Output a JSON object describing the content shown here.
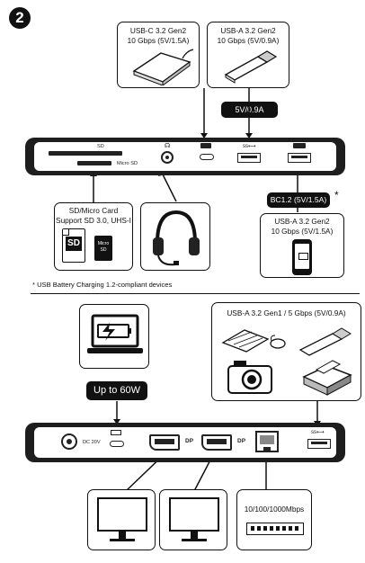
{
  "step_number": "2",
  "top": {
    "device_usbc": {
      "line1": "USB-C 3.2 Gen2",
      "line2": "10 Gbps (5V/1.5A)"
    },
    "device_usba": {
      "line1": "USB-A 3.2 Gen2",
      "line2": "10 Gbps (5V/0.9A)"
    },
    "pill_power": "5V/0.9A",
    "pill_bc": "BC1.2 (5V/1.5A)",
    "bc_star": "*",
    "phone_box": {
      "line1": "USB-A 3.2 Gen2",
      "line2": "10 Gbps (5V/1.5A)"
    },
    "card_box": {
      "line1": "SD/Micro Card",
      "line2": "Support SD 3.0, UHS-I"
    },
    "hub_labels": {
      "sd": "SD",
      "micro_sd": "Micro SD"
    },
    "sd_card_label": "SD",
    "micro_card_label": "Micro SD",
    "footnote": "* USB Battery Charging 1.2-compliant devices"
  },
  "bottom": {
    "pill_power": "Up to 60W",
    "devices_box": {
      "line1": "USB-A 3.2 Gen1 / 5 Gbps (5V/0.9A)"
    },
    "hub_labels": {
      "dc": "DC 20V",
      "dp1": "DP",
      "dp2": "DP"
    },
    "network_box": {
      "line1": "10/100/1000Mbps"
    }
  },
  "icons": [
    "step-badge-icon",
    "ssd-icon",
    "usb-flash-drive-icon",
    "headset-icon",
    "sd-card-icon",
    "micro-sd-icon",
    "smartphone-icon",
    "laptop-charging-icon",
    "keyboard-icon",
    "mouse-icon",
    "camera-icon",
    "printer-icon",
    "monitor-icon",
    "network-switch-icon",
    "usb-symbol-icon",
    "ethernet-port-icon",
    "hdmi-displayport-icon",
    "dc-jack-icon"
  ]
}
